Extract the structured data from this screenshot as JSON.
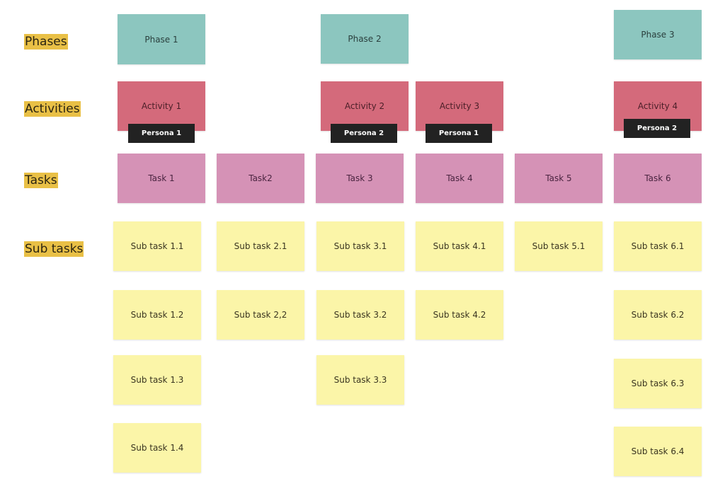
{
  "row_labels": {
    "phases": "Phases",
    "activities": "Activities",
    "tasks": "Tasks",
    "subtasks": "Sub tasks"
  },
  "phases": [
    "Phase 1",
    "Phase 2",
    "Phase 3"
  ],
  "activities": [
    "Activity 1",
    "Activity 2",
    "Activity 3",
    "Activity 4"
  ],
  "personas": [
    "Persona 1",
    "Persona 2",
    "Persona 1",
    "Persona 2"
  ],
  "tasks": [
    "Task 1",
    "Task2",
    "Task 3",
    "Task 4",
    "Task 5",
    "Task 6"
  ],
  "subtasks": {
    "col1": [
      "Sub task 1.1",
      "Sub task 1.2",
      "Sub task 1.3",
      "Sub task 1.4"
    ],
    "col2": [
      "Sub task 2.1",
      "Sub task 2,2"
    ],
    "col3": [
      "Sub task 3.1",
      "Sub task 3.2",
      "Sub task 3.3"
    ],
    "col4": [
      "Sub task 4.1",
      "Sub task 4.2"
    ],
    "col5": [
      "Sub task 5.1"
    ],
    "col6": [
      "Sub task 6.1",
      "Sub task 6.2",
      "Sub task 6.3",
      "Sub task 6.4"
    ]
  },
  "colors": {
    "label_highlight": "#e9c046",
    "phase": "#8cc6bf",
    "activity": "#d46a7b",
    "task": "#d592b6",
    "subtask": "#fbf5a8",
    "persona": "#222222"
  }
}
